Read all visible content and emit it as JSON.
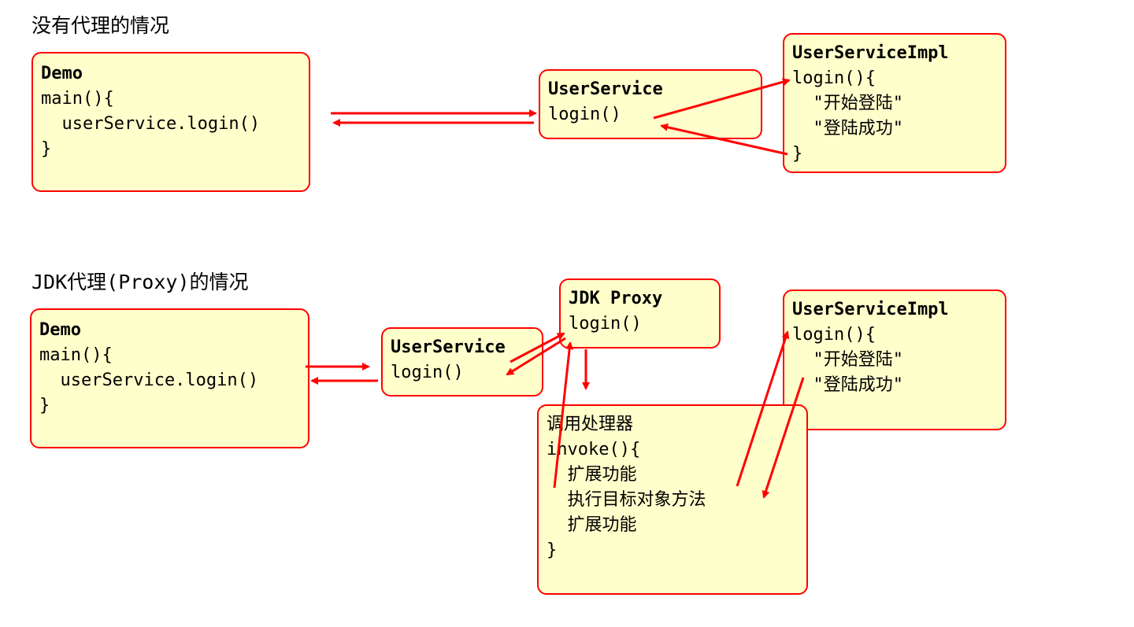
{
  "section1": {
    "title": "没有代理的情况",
    "demo": {
      "lines": [
        "Demo",
        "main(){",
        "  userService.login()",
        "}"
      ]
    },
    "user_service": {
      "lines": [
        "UserService",
        "login()"
      ]
    },
    "user_service_impl": {
      "lines": [
        "UserServiceImpl",
        "login(){",
        "  \"开始登陆\"",
        "  \"登陆成功\"",
        "}"
      ]
    }
  },
  "section2": {
    "title": "JDK代理(Proxy)的情况",
    "demo": {
      "lines": [
        "Demo",
        "main(){",
        "  userService.login()",
        "}"
      ]
    },
    "user_service": {
      "lines": [
        "UserService",
        "login()"
      ]
    },
    "jdk_proxy": {
      "lines": [
        "JDK Proxy",
        "login()"
      ]
    },
    "user_service_impl": {
      "lines": [
        "UserServiceImpl",
        "login(){",
        "  \"开始登陆\"",
        "  \"登陆成功\""
      ]
    },
    "invocation_handler": {
      "lines": [
        "调用处理器",
        "invoke(){",
        "  扩展功能",
        "  执行目标对象方法",
        "  扩展功能",
        "}"
      ]
    }
  },
  "colors": {
    "box_fill": "#ffffcc",
    "box_border": "#ff0000",
    "arrow": "#ff0000"
  }
}
